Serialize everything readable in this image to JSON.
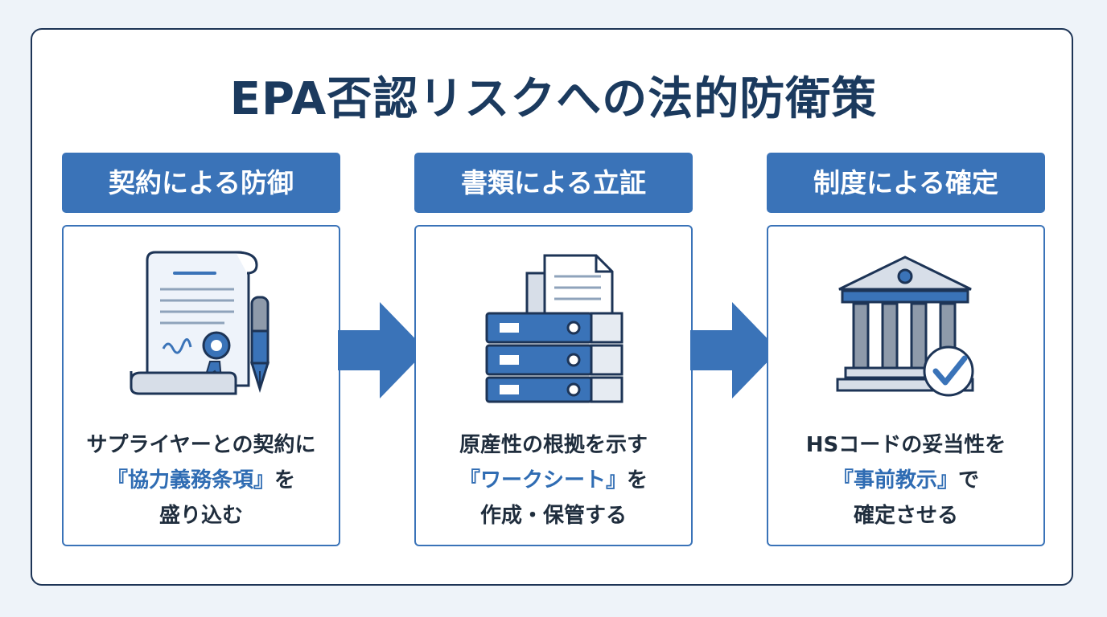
{
  "title": "EPA否認リスクへの法的防衛策",
  "colors": {
    "accent": "#3a73b8",
    "title": "#1b3a5e",
    "highlight": "#2f6cb3",
    "frame": "#1d3456"
  },
  "steps": [
    {
      "header": "契約による防御",
      "icon": "contract-scroll-pen-icon",
      "line1": "サプライヤーとの契約に",
      "quote_open": "『",
      "highlight": "協力義務条項",
      "quote_close": "』",
      "line2_suffix": "を",
      "line3": "盛り込む"
    },
    {
      "header": "書類による立証",
      "icon": "document-stack-icon",
      "line1": "原産性の根拠を示す",
      "quote_open": "『",
      "highlight": "ワークシート",
      "quote_close": "』",
      "line2_suffix": "を",
      "line3": "作成・保管する"
    },
    {
      "header": "制度による確定",
      "icon": "government-building-check-icon",
      "line1": "HSコードの妥当性を",
      "quote_open": "『",
      "highlight": "事前教示",
      "quote_close": "』",
      "line2_suffix": "で",
      "line3": "確定させる"
    }
  ]
}
